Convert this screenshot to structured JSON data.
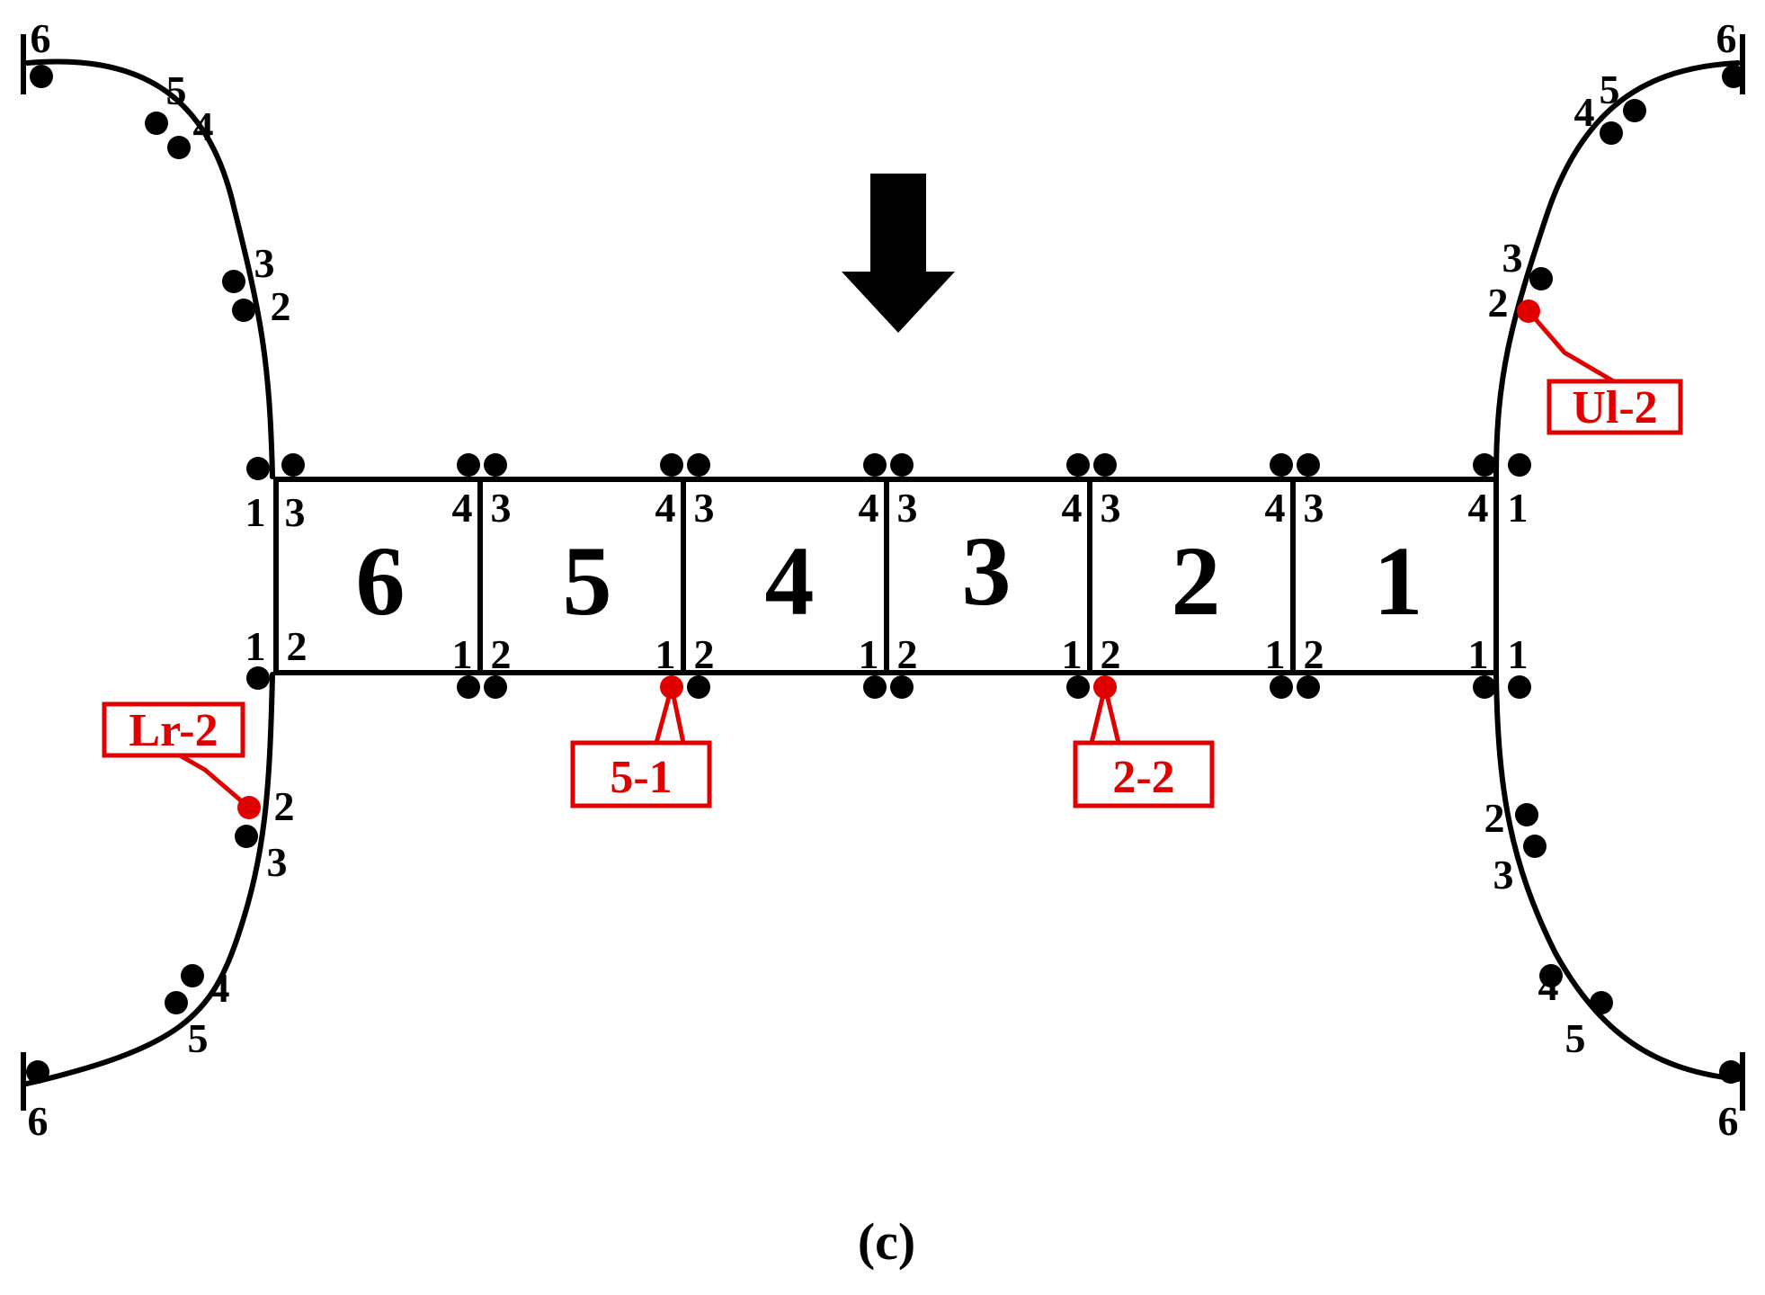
{
  "caption": "(c)",
  "colors": {
    "line": "#000000",
    "highlight": "#e00000",
    "background": "#ffffff"
  },
  "segments": [
    "6",
    "5",
    "4",
    "3",
    "2",
    "1"
  ],
  "joint_labels": {
    "top_left": "1",
    "top_left_inner": "3",
    "top_pair_left": "4",
    "top_pair_right": "3",
    "top_right_inner": "4",
    "top_right": "1",
    "bottom_left": "1",
    "bottom_left_inner": "2",
    "bottom_pair_left": "1",
    "bottom_pair_right": "2",
    "bottom_right_inner": "1",
    "bottom_right": "1"
  },
  "arch_labels": [
    "2",
    "3",
    "4",
    "5",
    "6"
  ],
  "callouts": {
    "ul": "Ul-2",
    "lr": "Lr-2",
    "p51": "5-1",
    "p22": "2-2"
  },
  "icons": {
    "load": "down-arrow-icon"
  }
}
